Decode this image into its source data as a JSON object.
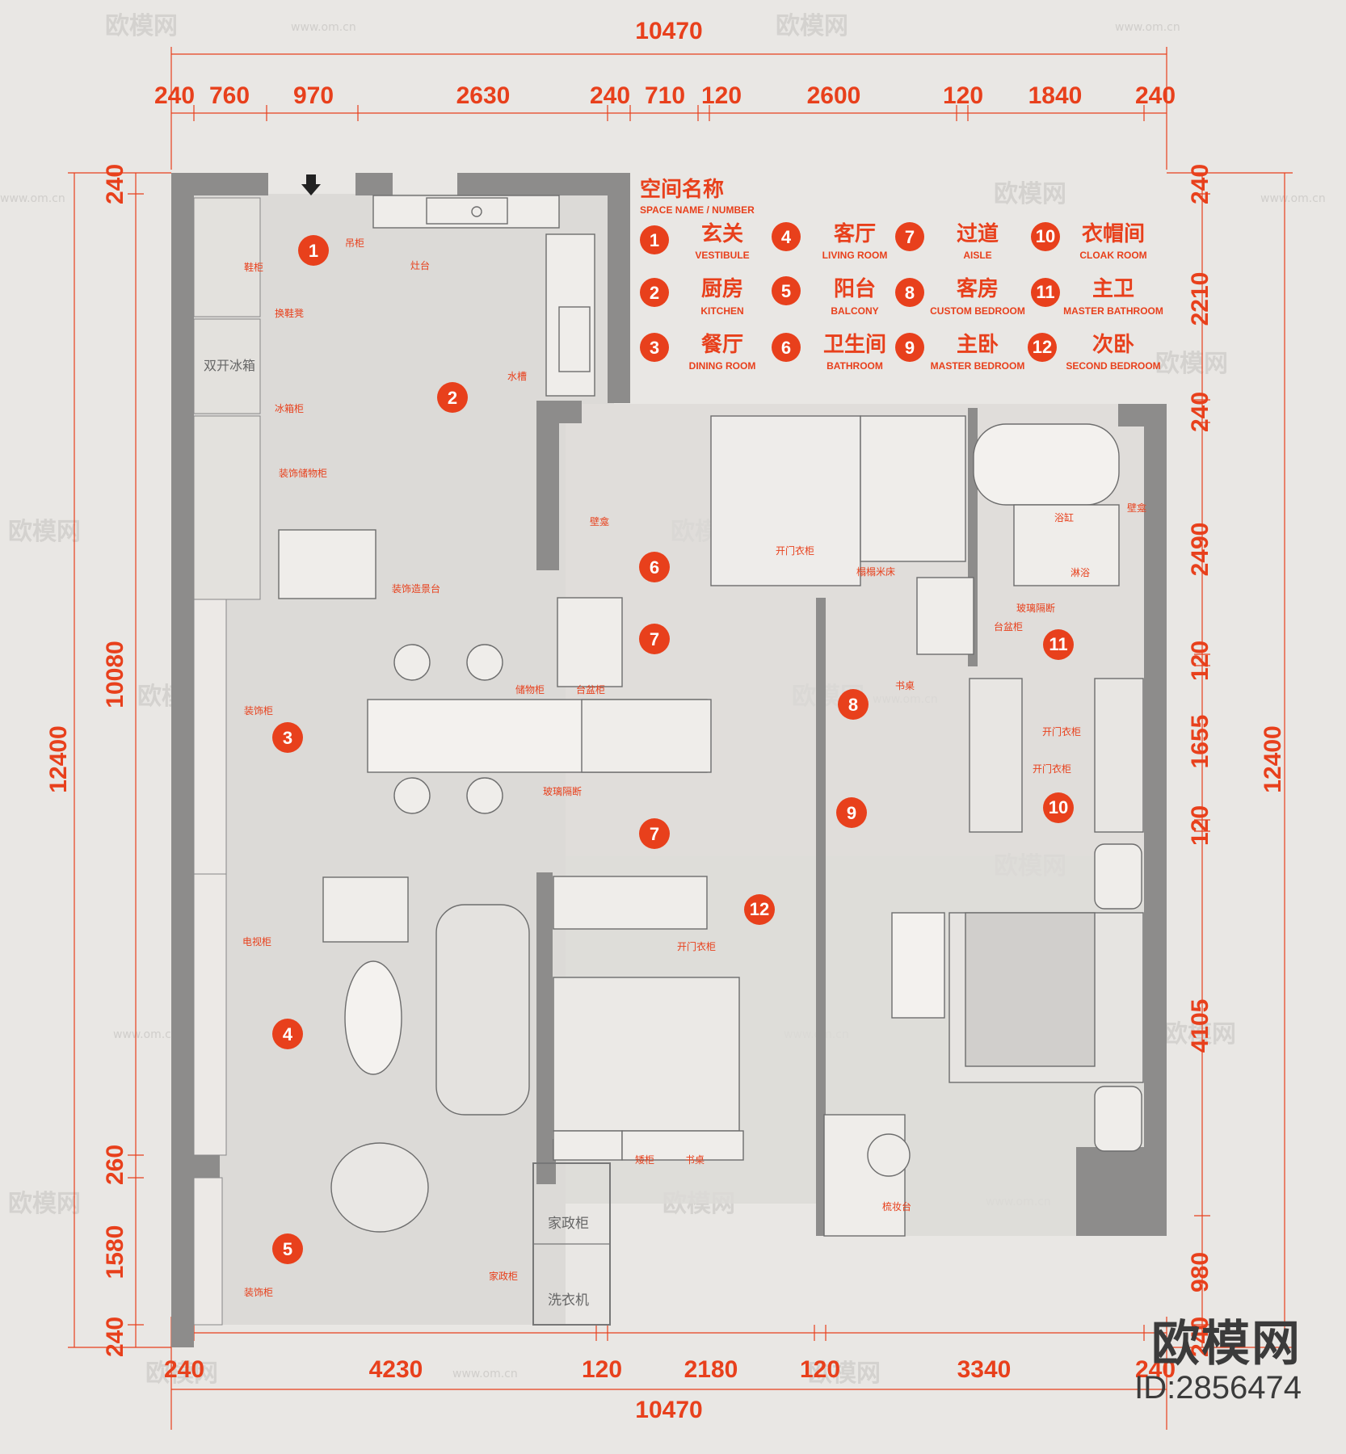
{
  "dimensions": {
    "top_total": "10470",
    "top_segments": [
      "240",
      "760",
      "970",
      "2630",
      "240",
      "710",
      "120",
      "2600",
      "120",
      "1840",
      "240"
    ],
    "bottom_total": "10470",
    "bottom_segments": [
      "240",
      "4230",
      "120",
      "2180",
      "120",
      "3340",
      "240"
    ],
    "left_total": "12400",
    "left_segments": [
      "240",
      "10080",
      "260",
      "1580",
      "240"
    ],
    "right_total": "12400",
    "right_segments": [
      "240",
      "2210",
      "240",
      "2490",
      "120",
      "1655",
      "120",
      "4105",
      "980",
      "240"
    ]
  },
  "legend": {
    "title": "空间名称",
    "subtitle": "SPACE NAME / NUMBER",
    "items": [
      {
        "num": "1",
        "cn": "玄关",
        "en": "VESTIBULE"
      },
      {
        "num": "2",
        "cn": "厨房",
        "en": "KITCHEN"
      },
      {
        "num": "3",
        "cn": "餐厅",
        "en": "DINING ROOM"
      },
      {
        "num": "4",
        "cn": "客厅",
        "en": "LIVING ROOM"
      },
      {
        "num": "5",
        "cn": "阳台",
        "en": "BALCONY"
      },
      {
        "num": "6",
        "cn": "卫生间",
        "en": "BATHROOM"
      },
      {
        "num": "7",
        "cn": "过道",
        "en": "AISLE"
      },
      {
        "num": "8",
        "cn": "客房",
        "en": "CUSTOM BEDROOM"
      },
      {
        "num": "9",
        "cn": "主卧",
        "en": "MASTER BEDROOM"
      },
      {
        "num": "10",
        "cn": "衣帽间",
        "en": "CLOAK ROOM"
      },
      {
        "num": "11",
        "cn": "主卫",
        "en": "MASTER BATHROOM"
      },
      {
        "num": "12",
        "cn": "次卧",
        "en": "SECOND BEDROOM"
      }
    ]
  },
  "room_markers": [
    {
      "num": "1"
    },
    {
      "num": "2"
    },
    {
      "num": "3"
    },
    {
      "num": "4"
    },
    {
      "num": "5"
    },
    {
      "num": "6"
    },
    {
      "num": "7"
    },
    {
      "num": "7"
    },
    {
      "num": "8"
    },
    {
      "num": "9"
    },
    {
      "num": "10"
    },
    {
      "num": "11"
    },
    {
      "num": "12"
    }
  ],
  "annotations": {
    "shoe_cabinet": "鞋柜",
    "shoe_bench": "换鞋凳",
    "double_fridge": "双开冰箱",
    "fridge_cabinet": "冰箱柜",
    "deco_storage": "装饰储物柜",
    "deco_table": "装饰造景台",
    "deco_cabinet_dining": "装饰柜",
    "tv_cabinet": "电视柜",
    "deco_cabinet_balcony": "装饰柜",
    "wall_cabinet": "吊柜",
    "stove": "灶台",
    "sink": "水槽",
    "niche_bath": "壁龛",
    "wardrobe_guest": "开门衣柜",
    "tatami": "榻榻米床",
    "desk_guest": "书桌",
    "storage_cabinet": "储物柜",
    "basin_cabinet": "台盆柜",
    "glass_partition_dining": "玻璃隔断",
    "bathtub": "浴缸",
    "niche_master": "壁龛",
    "shower": "淋浴",
    "glass_partition_master": "玻璃隔断",
    "basin_master": "台盆柜",
    "wardrobe_cloak1": "开门衣柜",
    "wardrobe_cloak2": "开门衣柜",
    "wardrobe_second": "开门衣柜",
    "low_cabinet": "矮柜",
    "desk_second": "书桌",
    "dresser": "梳妆台",
    "household_cabinet_label": "家政柜",
    "household_cabinet": "家政柜",
    "washer": "洗衣机"
  },
  "watermark": {
    "brand": "欧模网",
    "id": "ID:2856474",
    "tile_text": "欧模网",
    "tile_url": "www.om.cn"
  },
  "colors": {
    "accent": "#e8401c",
    "wall": "#8d8c8b",
    "floor": "#dcdad7",
    "background": "#e9e7e4"
  }
}
